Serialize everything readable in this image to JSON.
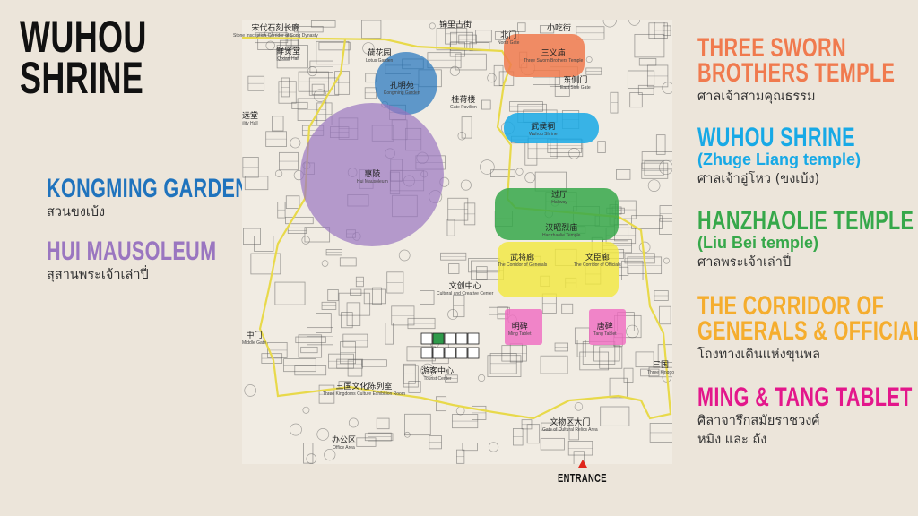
{
  "title": {
    "line1": "WUHOU",
    "line2": "SHRINE"
  },
  "colors": {
    "three_sworn": "#f07a4e",
    "wuhou": "#17a9e6",
    "hanzhaolie": "#36a84a",
    "corridor": "#f5ad2e",
    "ming_tang": "#e3178b",
    "kongming": "#1f73bd",
    "hui": "#9a76c0",
    "boundary": "#e8d94a",
    "entrance_marker": "#e0261b"
  },
  "left_labels": [
    {
      "title": "KONGMING GARDEN",
      "thai": "สวนขงเบ้ง"
    },
    {
      "title": "HUI MAUSOLEUM",
      "thai": "สุสานพระเจ้าเล่าปี่"
    }
  ],
  "right_labels": [
    {
      "title": "THREE SWORN",
      "title2": "BROTHERS TEMPLE",
      "thai": "ศาลเจ้าสามคุณธรรม"
    },
    {
      "title": "WUHOU SHRINE",
      "sub": "(Zhuge Liang temple)",
      "thai": "ศาลเจ้าอู่โหว (ขงเบ้ง)"
    },
    {
      "title": "HANZHAOLIE TEMPLE",
      "sub": "(Liu Bei temple)",
      "thai": "ศาลพระเจ้าเล่าปี่"
    },
    {
      "title": "THE CORRIDOR OF",
      "title2": "GENERALS & OFFICIALS",
      "thai": "โถงทางเดินแห่งขุนพล"
    },
    {
      "title": "MING & TANG TABLET",
      "thai": "ศิลาจารึกสมัยราชวงศ์",
      "thai2": "หมิง และ ถัง"
    }
  ],
  "map": {
    "labels": [
      {
        "cn": "宋代石刻长廊",
        "en": "Stone Inscription Corridor of Song Dynasty"
      },
      {
        "cn": "锦里古街",
        "en": ""
      },
      {
        "cn": "小吃街",
        "en": ""
      },
      {
        "cn": "北门",
        "en": "North Gate"
      },
      {
        "cn": "鲜贤堂",
        "en": "Qixian Hall"
      },
      {
        "cn": "荷花园",
        "en": "Lotus Garden"
      },
      {
        "cn": "孔明苑",
        "en": "Kongming Garden"
      },
      {
        "cn": "三义庙",
        "en": "Three Sworn Brothers Temple"
      },
      {
        "cn": "东侧门",
        "en": "East Side Gate"
      },
      {
        "cn": "桂荷楼",
        "en": "Gate Pavilion"
      },
      {
        "cn": "武侯祠",
        "en": "Wuhou Shrine"
      },
      {
        "cn": "惠陵",
        "en": "Hui Mausoleum"
      },
      {
        "cn": "过厅",
        "en": "Hallway"
      },
      {
        "cn": "汉昭烈庙",
        "en": "Hanzhaolie Temple"
      },
      {
        "cn": "武将廊",
        "en": "The Corridor of Generals"
      },
      {
        "cn": "文臣廊",
        "en": "The Corridor of Officials"
      },
      {
        "cn": "文创中心",
        "en": "Cultural and Creative Center"
      },
      {
        "cn": "中门",
        "en": "Middle Gate"
      },
      {
        "cn": "明碑",
        "en": "Ming Tablet"
      },
      {
        "cn": "唐碑",
        "en": "Tang Tablet"
      },
      {
        "cn": "游客中心",
        "en": "Tourist Center"
      },
      {
        "cn": "三国文化陈列室",
        "en": "Three Kingdoms Culture Exhibition Room"
      },
      {
        "cn": "文物区大门",
        "en": "Gate of Cultural Relics Area"
      },
      {
        "cn": "办公区",
        "en": "Office Area"
      },
      {
        "cn": "三国",
        "en": "Three Kingdo"
      },
      {
        "cn": "远堂",
        "en": "ility Hall"
      }
    ],
    "entrance": "ENTRANCE"
  }
}
